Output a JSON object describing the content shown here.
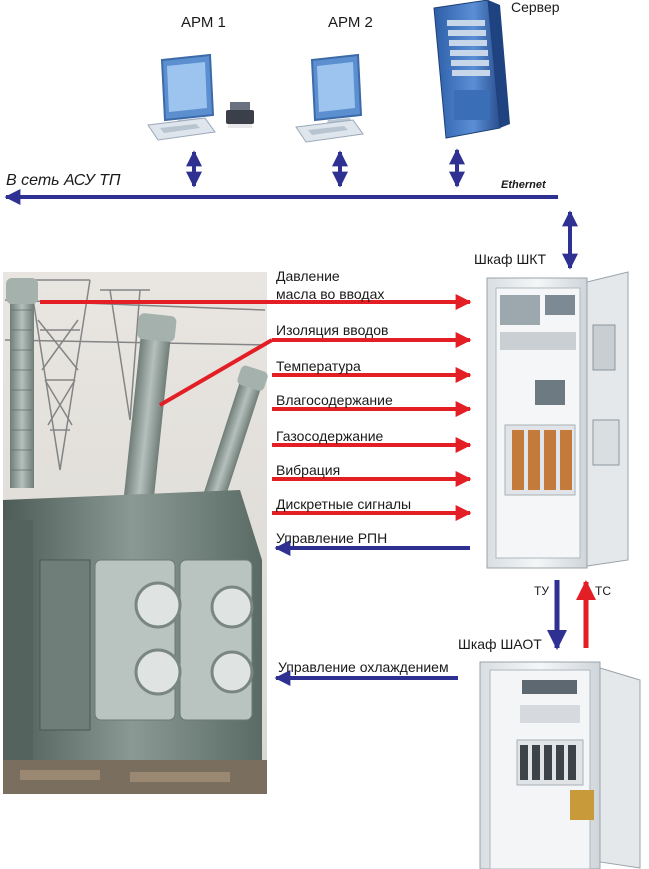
{
  "top": {
    "arm1_label": "АРМ 1",
    "arm2_label": "АРМ 2",
    "server_label": "Сервер"
  },
  "network": {
    "asu_label": "В сеть АСУ ТП",
    "ethernet_label": "Ethernet"
  },
  "cabinets": {
    "shkt_label": "Шкаф ШКТ",
    "shaot_label": "Шкаф ШАОТ",
    "tu_label": "ТУ",
    "ts_label": "ТС"
  },
  "signals": [
    {
      "label_line1": "Давление",
      "label_line2": "масла во вводах",
      "direction": "to-cabinet"
    },
    {
      "label": "Изоляция вводов",
      "direction": "to-cabinet"
    },
    {
      "label": "Температура",
      "direction": "to-cabinet"
    },
    {
      "label": "Влагосодержание",
      "direction": "to-cabinet"
    },
    {
      "label": "Газосодержание",
      "direction": "to-cabinet"
    },
    {
      "label": "Вибрация",
      "direction": "to-cabinet"
    },
    {
      "label": "Дискретные сигналы",
      "direction": "to-cabinet"
    },
    {
      "label": "Управление РПН",
      "direction": "to-transformer"
    }
  ],
  "cooling": {
    "label": "Управление охлаждением",
    "direction": "to-transformer"
  },
  "colors": {
    "blue_arrow": "#2e3192",
    "red_arrow": "#e31e24",
    "cabinet": "#e8ecef",
    "transformer": "#7d8c87"
  }
}
